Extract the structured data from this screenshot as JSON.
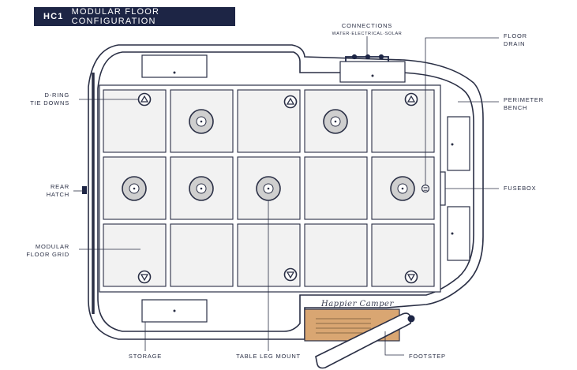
{
  "header": {
    "code": "HC1",
    "title": "MODULAR FLOOR CONFIGURATION"
  },
  "labels": {
    "connections": "CONNECTIONS",
    "connections_sub": "WATER·ELECTRICAL·SOLAR",
    "floor_drain": [
      "FLOOR",
      "DRAIN"
    ],
    "d_ring": [
      "D-RING",
      "TIE DOWNS"
    ],
    "perimeter_bench": [
      "PERIMETER",
      "BENCH"
    ],
    "rear_hatch": [
      "REAR",
      "HATCH"
    ],
    "fusebox": "FUSEBOX",
    "modular_floor_grid": [
      "MODULAR",
      "FLOOR GRID"
    ],
    "storage": "STORAGE",
    "table_leg_mount": "TABLE LEG MOUNT",
    "footstep": "FOOTSTEP"
  },
  "brand": "Happier Camper",
  "colors": {
    "navy": "#1d2545",
    "line": "#2a2f45",
    "tile": "#f2f2f2",
    "mount": "#cfcfcf",
    "wood": "#d9a672"
  }
}
